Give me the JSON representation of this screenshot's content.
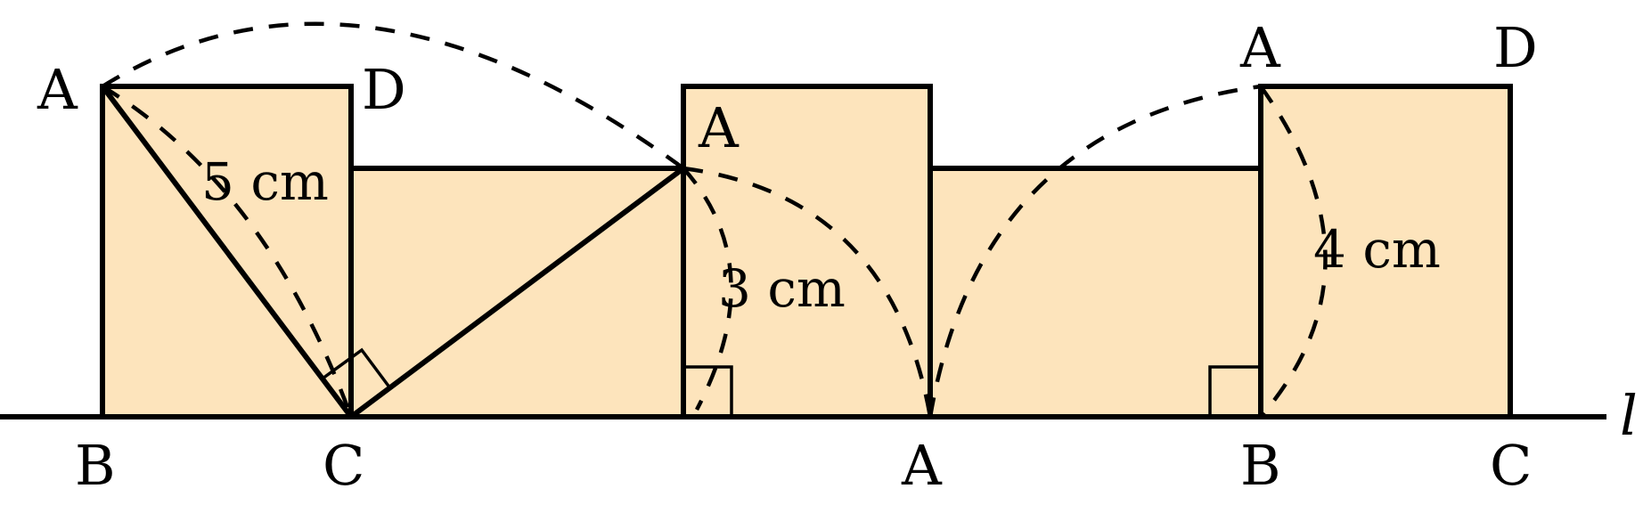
{
  "labels": {
    "A1": "A",
    "D1": "D",
    "B1": "B",
    "C1": "C",
    "A2": "A",
    "A3": "A",
    "A4": "A",
    "D2": "D",
    "B2": "B",
    "C2": "C",
    "line": "l"
  },
  "measures": {
    "m5": "5 cm",
    "m3": "3 cm",
    "m4": "4 cm"
  },
  "colors": {
    "fill": "#fde4bc",
    "stroke": "#000000"
  }
}
